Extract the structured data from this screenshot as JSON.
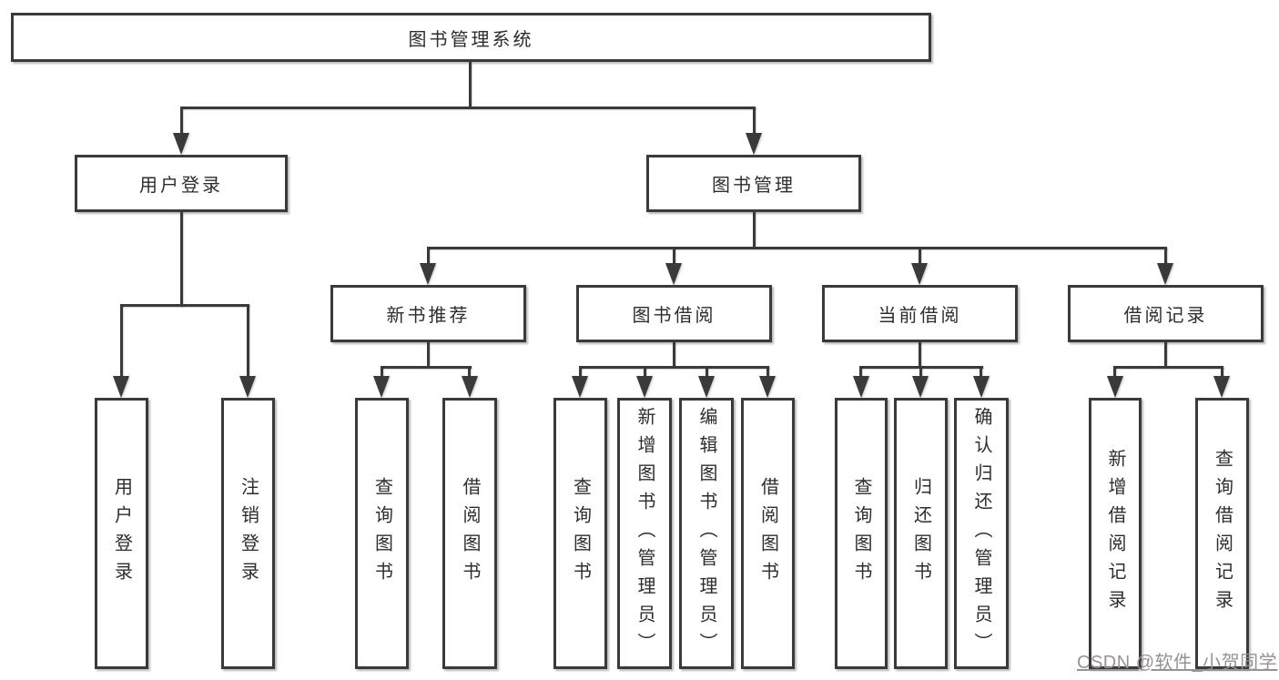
{
  "tree": {
    "root": {
      "label": "图书管理系统"
    },
    "branches": [
      {
        "label": "用户登录",
        "leaves": [
          {
            "label": "用户登录"
          },
          {
            "label": "注销登录"
          }
        ]
      },
      {
        "label": "图书管理",
        "groups": [
          {
            "label": "新书推荐",
            "leaves": [
              {
                "label": "查询图书"
              },
              {
                "label": "借阅图书"
              }
            ]
          },
          {
            "label": "图书借阅",
            "leaves": [
              {
                "label": "查询图书"
              },
              {
                "label": "新增图书（管理员）"
              },
              {
                "label": "编辑图书（管理员）"
              },
              {
                "label": "借阅图书"
              }
            ]
          },
          {
            "label": "当前借阅",
            "leaves": [
              {
                "label": "查询图书"
              },
              {
                "label": "归还图书"
              },
              {
                "label": "确认归还（管理员）"
              }
            ]
          },
          {
            "label": "借阅记录",
            "leaves": [
              {
                "label": "新增借阅记录"
              },
              {
                "label": "查询借阅记录"
              }
            ]
          }
        ]
      }
    ]
  },
  "watermark": {
    "text": "CSDN @软件_小贺同学"
  },
  "colors": {
    "line": "#3a3a3a",
    "box_border": "#3a3a3a",
    "text": "#2d2d2d",
    "watermark": "#989292",
    "background": "#ffffff"
  }
}
